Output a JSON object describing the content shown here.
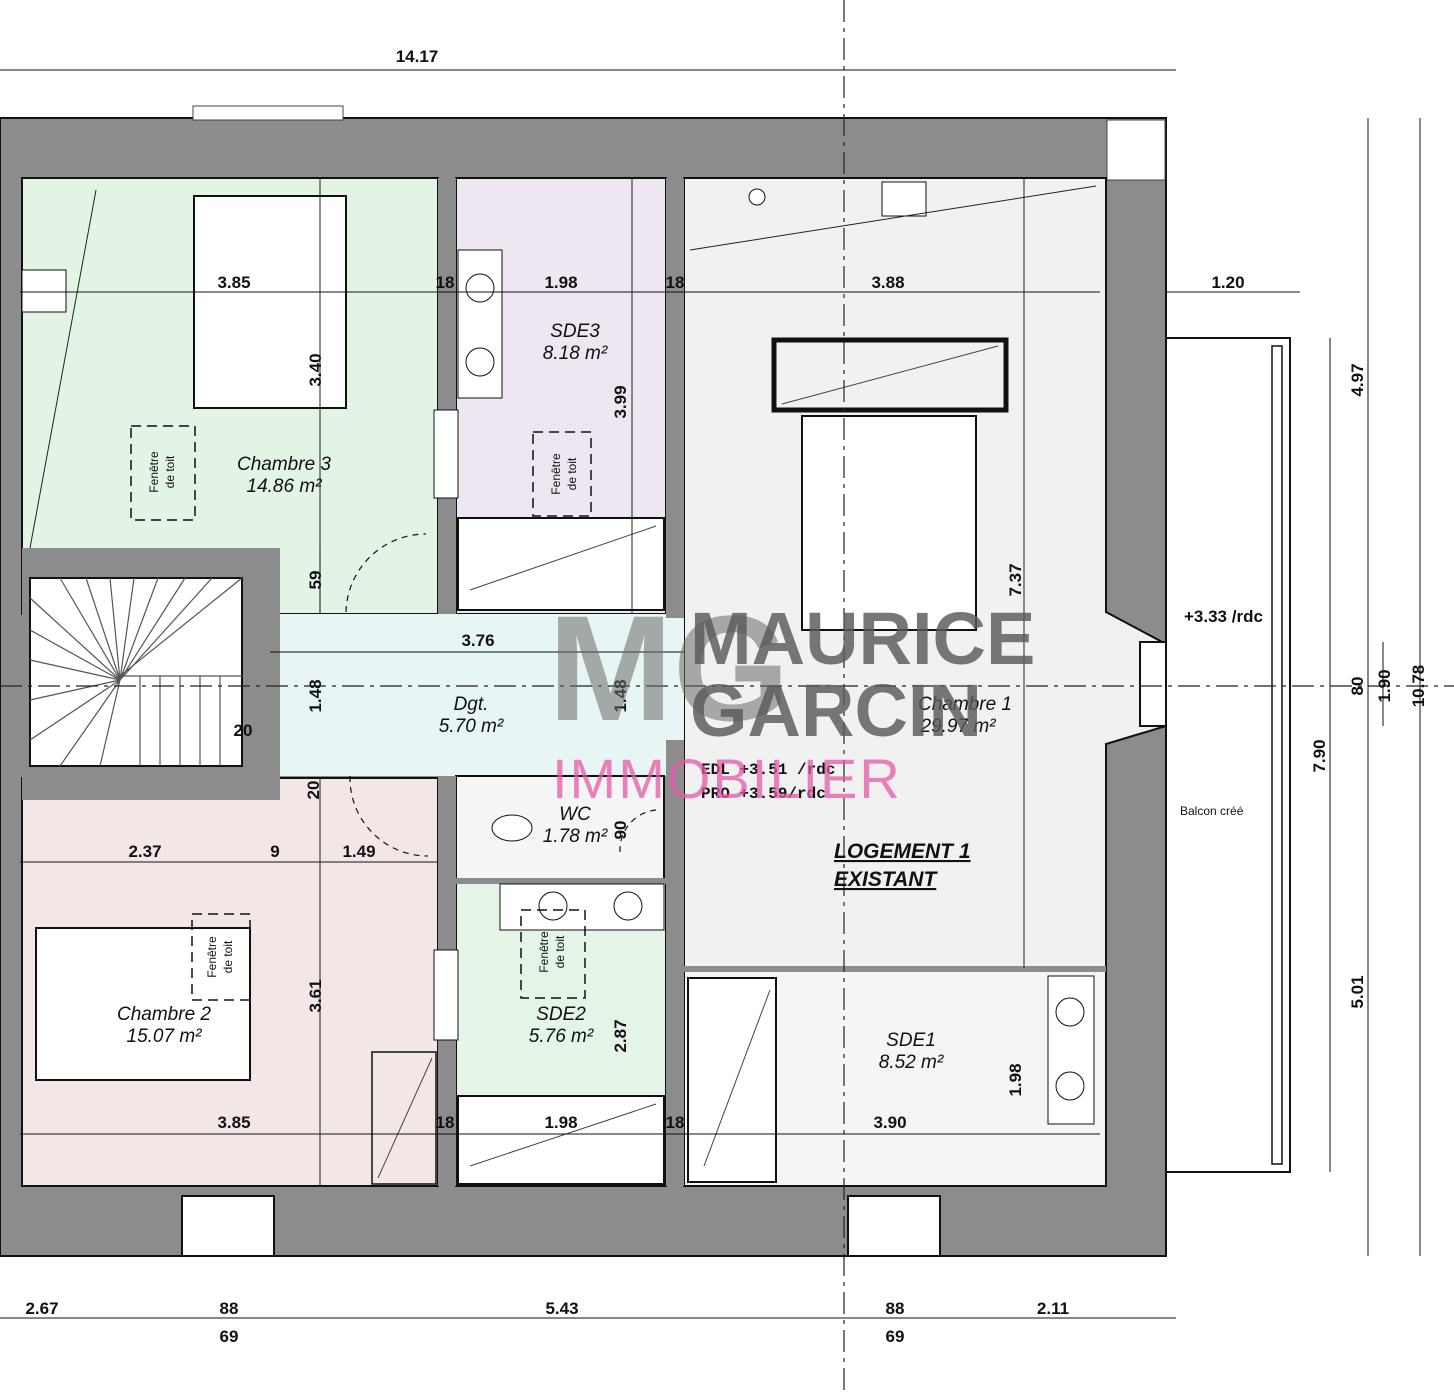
{
  "overall": {
    "width_top": "14.17",
    "height_right": "10.78"
  },
  "rooms": {
    "chambre3": {
      "name": "Chambre 3",
      "area": "14.86 m²"
    },
    "sde3": {
      "name": "SDE3",
      "area": "8.18 m²"
    },
    "chambre1": {
      "name": "Chambre 1",
      "area": "29.97 m²"
    },
    "dgt": {
      "name": "Dgt.",
      "area": "5.70 m²"
    },
    "wc": {
      "name": "WC",
      "area": "1.78 m²"
    },
    "chambre2": {
      "name": "Chambre 2",
      "area": "15.07 m²"
    },
    "sde2": {
      "name": "SDE2",
      "area": "5.76 m²"
    },
    "sde1": {
      "name": "SDE1",
      "area": "8.52 m²"
    }
  },
  "skylight": {
    "line1": "Fenêtre",
    "line2": "de toit"
  },
  "levels": {
    "edl": "EDL +3.51 /rdc",
    "pro": "PRO +3.59/rdc",
    "balcony_level": "+3.33 /rdc"
  },
  "logement": {
    "line1": "LOGEMENT 1",
    "line2": "EXISTANT"
  },
  "balcony_label": "Balcon créé",
  "dimensions": {
    "c3_width": "3.85",
    "c3_height": "3.40",
    "sde3_width": "1.98",
    "sde3_height": "3.99",
    "c1_width": "3.88",
    "c1_height": "7.37",
    "balcony_width": "1.20",
    "wall18_a": "18",
    "wall18_b": "18",
    "wall18_c": "18",
    "wall18_d": "18",
    "dgt_width": "3.76",
    "dgt_h_left": "1.48",
    "dgt_h_right": "1.48",
    "stair_gap": "59",
    "stair_20a": "20",
    "stair_20b": "20",
    "c2_w1": "2.37",
    "c2_w2": "9",
    "c2_w3": "1.49",
    "c2_height": "3.61",
    "c2_width": "3.85",
    "wc_90": "90",
    "sde2_width": "1.98",
    "sde2_height": "2.87",
    "sde1_width": "3.90",
    "sde1_height": "1.98",
    "right_497": "4.97",
    "right_80": "80",
    "right_190": "1.90",
    "right_790": "7.90",
    "right_501": "5.01",
    "bottom_267": "2.67",
    "bottom_88a": "88",
    "bottom_69a": "69",
    "bottom_543": "5.43",
    "bottom_88b": "88",
    "bottom_69b": "69",
    "bottom_211": "2.11"
  },
  "watermark": {
    "mono": "MG",
    "line1": "MAURICE",
    "line2": "GARCIN",
    "line3": "IMMOBILIER"
  }
}
